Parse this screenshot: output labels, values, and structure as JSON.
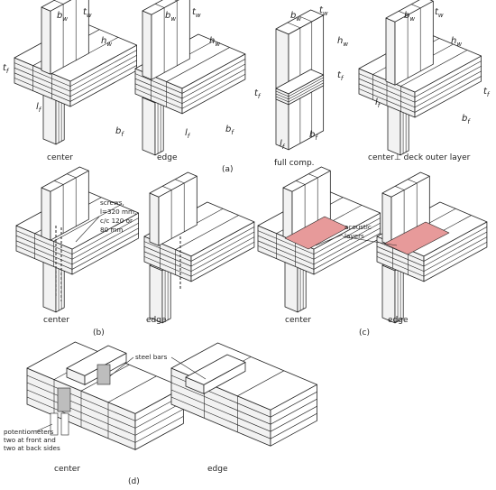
{
  "colors": {
    "stroke": "#222222",
    "acoustic": "#e79a9a",
    "steel": "#bdbdbd",
    "face_top": "#ffffff",
    "face_side": "#f2f2f2"
  },
  "panel_a": {
    "caption": "(a)",
    "labels": {
      "center": "center",
      "edge": "edge",
      "full": "full comp.",
      "perp": "center⊥ deck outer layer"
    },
    "symbols": {
      "b": "b",
      "t": "t",
      "h": "h",
      "l": "l",
      "sub_w": "w",
      "sub_f": "f"
    }
  },
  "panel_b": {
    "caption": "(b)",
    "labels": {
      "center": "center",
      "edge": "edge"
    },
    "screws_note": [
      "screws,",
      "l=320 mm,",
      "c/c 120 or",
      "80 mm"
    ]
  },
  "panel_c": {
    "caption": "(c)",
    "labels": {
      "center": "center",
      "edge": "edge"
    },
    "acoustic_note": [
      "acoustic",
      "layers"
    ]
  },
  "panel_d": {
    "caption": "(d)",
    "labels": {
      "center": "center",
      "edge": "edge"
    },
    "steel_note": "steel bars",
    "pot_note": [
      "potentiometers",
      "two at front and",
      "two at back sides"
    ]
  }
}
